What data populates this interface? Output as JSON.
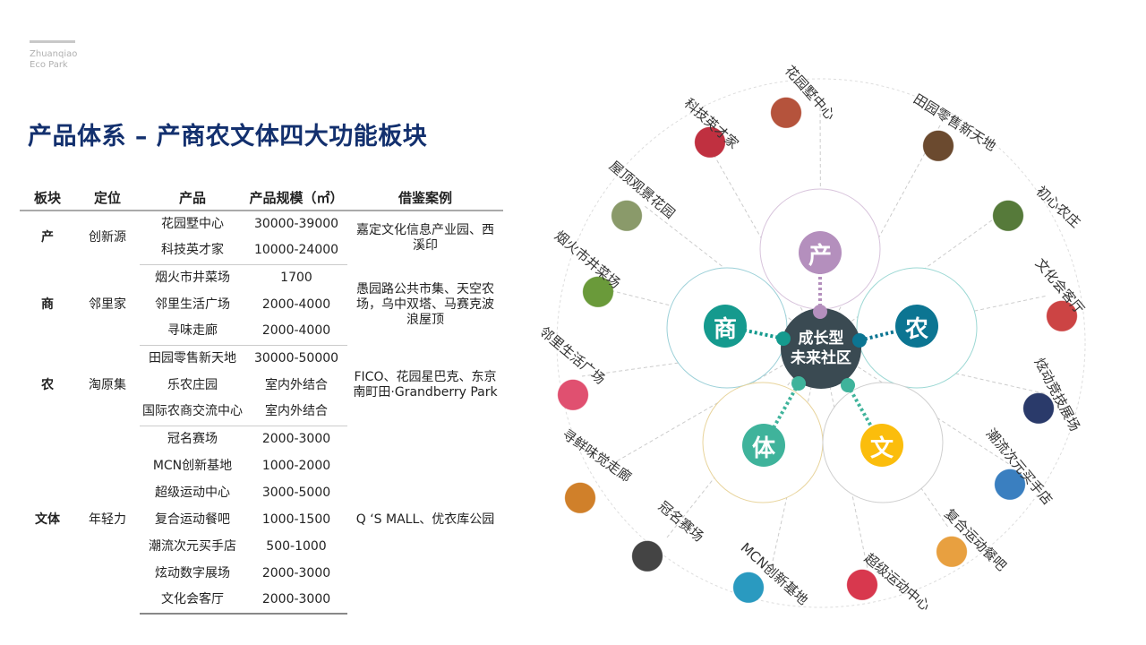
{
  "logo": {
    "line1": "Zhuanqiao",
    "line2": "Eco Park"
  },
  "title": "产品体系 – 产商农文体四大功能板块",
  "table": {
    "headers": [
      "板块",
      "定位",
      "产品",
      "产品规模（㎡）",
      "借鉴案例"
    ],
    "groups": [
      {
        "sector": "产",
        "position": "创新源",
        "case": "嘉定文化信息产业园、西溪印",
        "rows": [
          [
            "花园墅中心",
            "30000-39000"
          ],
          [
            "科技英才家",
            "10000-24000"
          ]
        ]
      },
      {
        "sector": "商",
        "position": "邻里家",
        "case": "愚园路公共市集、天空农场，乌中双塔、马赛克波浪屋顶",
        "rows": [
          [
            "烟火市井菜场",
            "1700"
          ],
          [
            "邻里生活广场",
            "2000-4000"
          ],
          [
            "寻味走廊",
            "2000-4000"
          ]
        ]
      },
      {
        "sector": "农",
        "position": "淘原集",
        "case": "FICO、花园星巴克、东京南町田·Grandberry Park",
        "rows": [
          [
            "田园零售新天地",
            "30000-50000"
          ],
          [
            "乐农庄园",
            "室内外结合"
          ],
          [
            "国际农商交流中心",
            "室内外结合"
          ]
        ]
      },
      {
        "sector": "文体",
        "position": "年轻力",
        "case": "Q ‘S MALL、优衣库公园",
        "rows": [
          [
            "冠名赛场",
            "2000-3000"
          ],
          [
            "MCN创新基地",
            "1000-2000"
          ],
          [
            "超级运动中心",
            "3000-5000"
          ],
          [
            "复合运动餐吧",
            "1000-1500"
          ],
          [
            "潮流次元买手店",
            "500-1000"
          ],
          [
            "炫动数字展场",
            "2000-3000"
          ],
          [
            "文化会客厅",
            "2000-3000"
          ]
        ]
      }
    ]
  },
  "diagram": {
    "center": [
      "成长型",
      "未来社区"
    ],
    "nodes": [
      {
        "label": "产",
        "color": "#b48fbd"
      },
      {
        "label": "商",
        "color": "#159a8e"
      },
      {
        "label": "农",
        "color": "#0c7592"
      },
      {
        "label": "体",
        "color": "#3fb39b"
      },
      {
        "label": "文",
        "color": "#fbbd0c"
      }
    ],
    "center_color": "#3a4a52",
    "outer_labels": [
      "花园墅中心",
      "田园零售新天地",
      "初心农庄",
      "文化会客厅",
      "炫动竞技展场",
      "潮流次元买手店",
      "复合运动餐吧",
      "超级运动中心",
      "MCN创新基地",
      "冠名赛场",
      "寻鲜味觉走廊",
      "邻里生活广场",
      "烟火市井菜场",
      "屋顶观景花园",
      "科技英才家"
    ]
  }
}
